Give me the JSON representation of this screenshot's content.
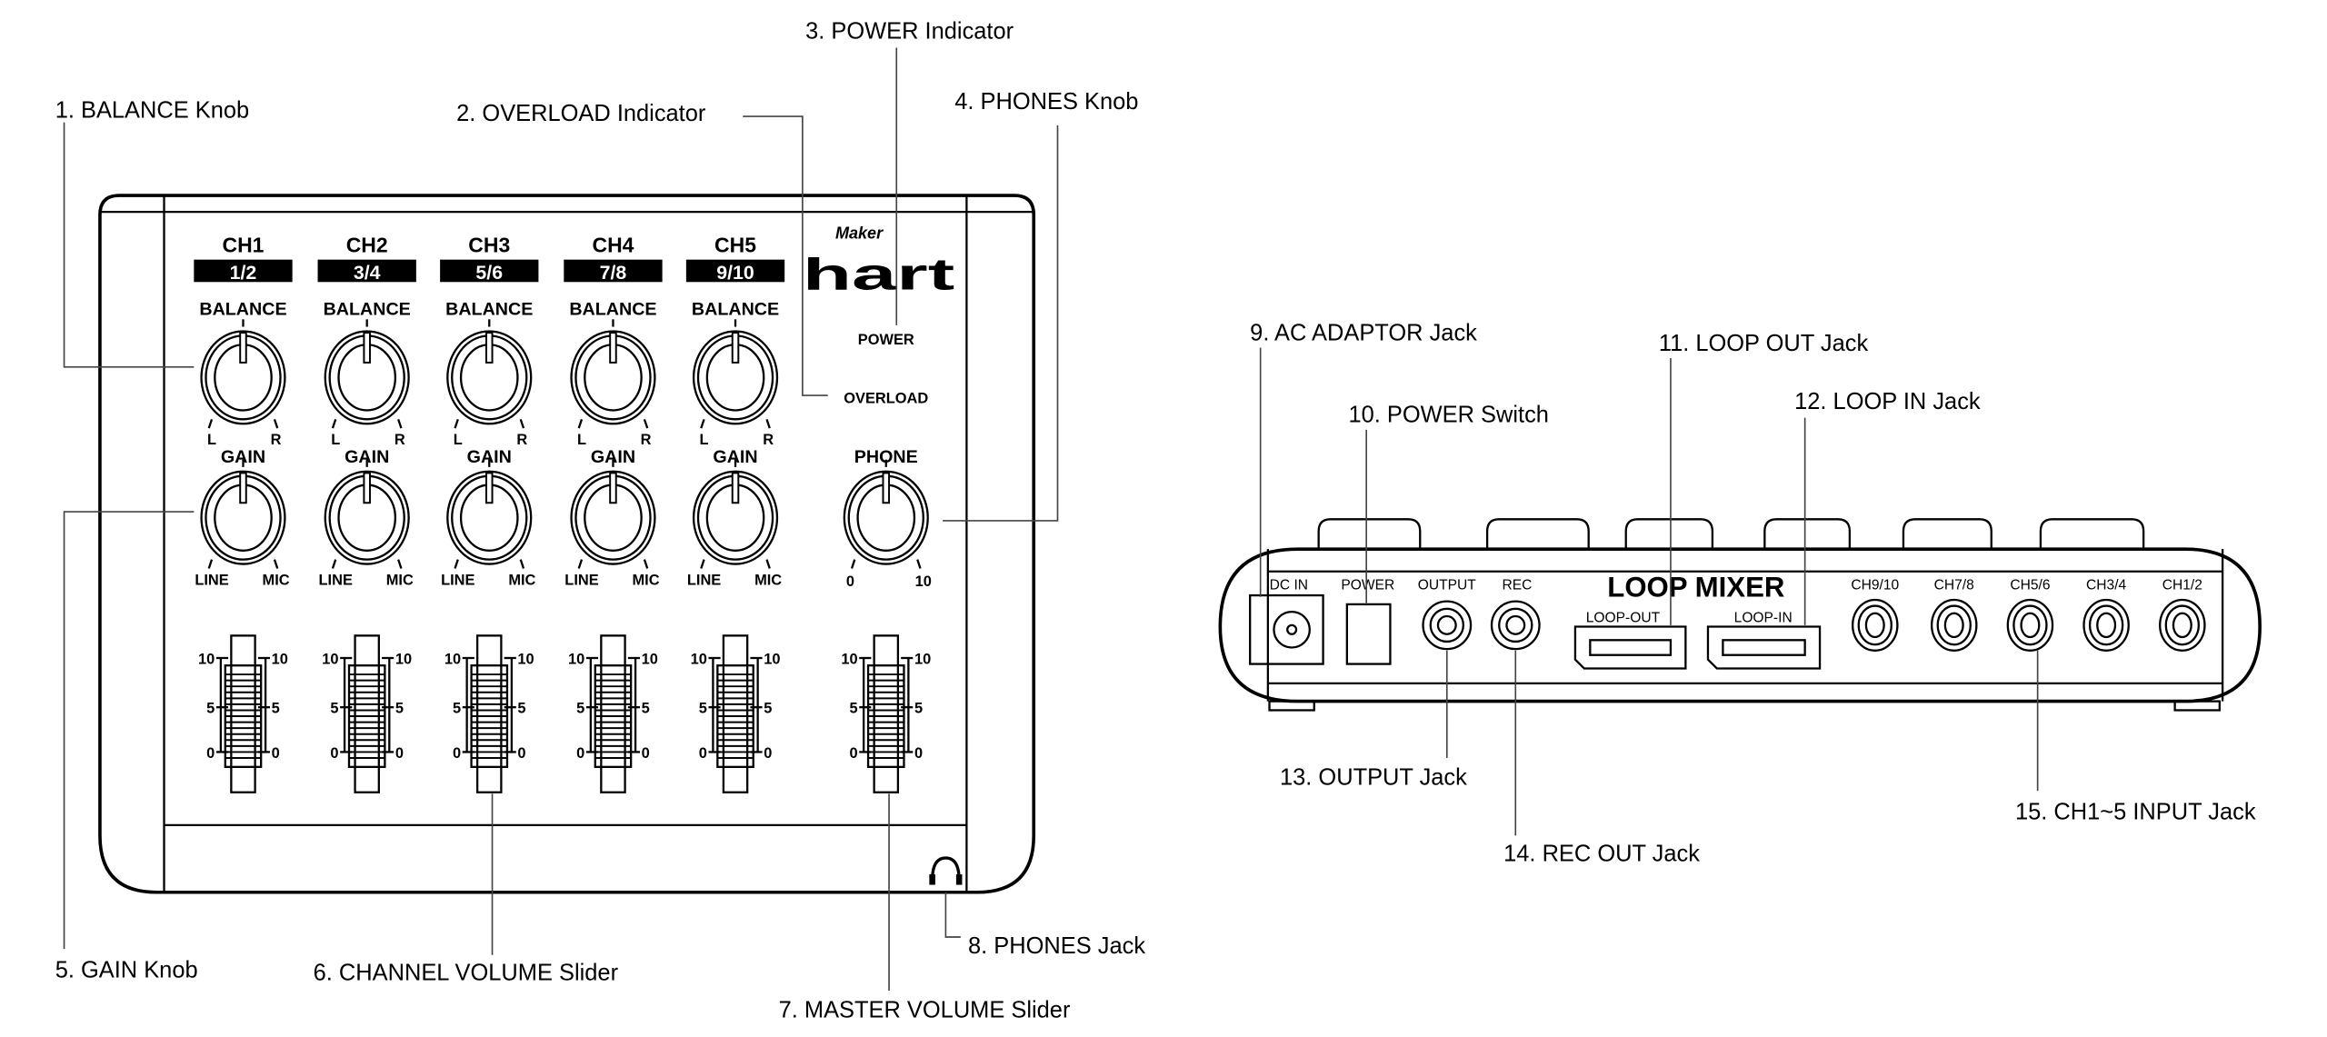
{
  "callouts": {
    "c1": "1. BALANCE Knob",
    "c2": "2. OVERLOAD Indicator",
    "c3": "3. POWER Indicator",
    "c4": "4. PHONES Knob",
    "c5": "5. GAIN Knob",
    "c6": "6. CHANNEL VOLUME Slider",
    "c7": "7. MASTER VOLUME Slider",
    "c8": "8. PHONES Jack",
    "c9": "9. AC ADAPTOR Jack",
    "c10": "10. POWER Switch",
    "c11": "11. LOOP OUT Jack",
    "c12": "12. LOOP IN Jack",
    "c13": "13. OUTPUT Jack",
    "c14": "14. REC OUT Jack",
    "c15": "15. CH1~5 INPUT Jack"
  },
  "front": {
    "logo": {
      "top": "Maker",
      "bottom": "hart"
    },
    "channels": [
      {
        "name": "CH1",
        "inputs": "1/2"
      },
      {
        "name": "CH2",
        "inputs": "3/4"
      },
      {
        "name": "CH3",
        "inputs": "5/6"
      },
      {
        "name": "CH4",
        "inputs": "7/8"
      },
      {
        "name": "CH5",
        "inputs": "9/10"
      }
    ],
    "balance_label": "BALANCE",
    "balance_left": "L",
    "balance_right": "R",
    "gain_label": "GAIN",
    "gain_left": "LINE",
    "gain_right": "MIC",
    "power_label": "POWER",
    "overload_label": "OVERLOAD",
    "phone_label": "PHONE",
    "phone_min": "0",
    "phone_max": "10",
    "slider_scale": [
      "10",
      "5",
      "0"
    ]
  },
  "rear": {
    "title": "LOOP MIXER",
    "dc_in": "DC IN",
    "power": "POWER",
    "output": "OUTPUT",
    "rec": "REC",
    "loop_out": "LOOP-OUT",
    "loop_in": "LOOP-IN",
    "inputs": [
      "CH9/10",
      "CH7/8",
      "CH5/6",
      "CH3/4",
      "CH1/2"
    ]
  }
}
